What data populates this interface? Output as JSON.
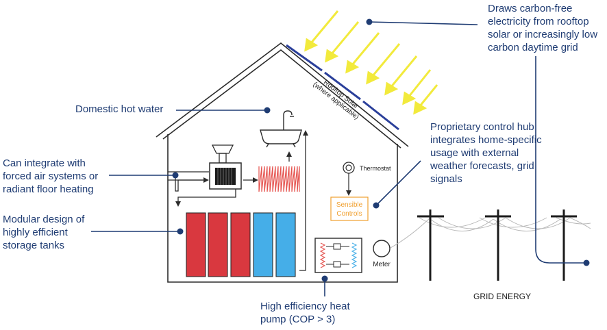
{
  "callouts": {
    "carbon_free": "Draws carbon-free\nelectricity from rooftop\nsolar or increasingly low\ncarbon daytime grid",
    "hot_water": "Domestic hot water",
    "forced_air": "Can integrate with\nforced air systems or\nradiant floor heating",
    "modular": "Modular design of\nhighly efficient\nstorage tanks",
    "control_hub": "Proprietary control hub\nintegrates home-specific\nusage with external\nweather forecasts, grid\nsignals",
    "heat_pump": "High efficiency heat\npump (COP > 3)"
  },
  "diagram": {
    "rooftop_solar_line1": "Rooftop Solar",
    "rooftop_solar_line2": "(where applicable)",
    "thermostat": "Thermostat",
    "controls_line1": "Sensible",
    "controls_line2": "Controls",
    "meter": "Meter",
    "grid_energy": "GRID ENERGY"
  },
  "colors": {
    "callout_text": "#1f3c73",
    "leader": "#1f3c73",
    "house_outline": "#2b2b2b",
    "solar_panel": "#2a3f9a",
    "sun_rays": "#f2ea3c",
    "hot_tank": "#d9383f",
    "cold_tank": "#45aee8",
    "heater_coil": "#e5534f",
    "controls_text": "#f0a030"
  },
  "tanks": [
    "hot",
    "hot",
    "hot",
    "cold",
    "cold"
  ]
}
